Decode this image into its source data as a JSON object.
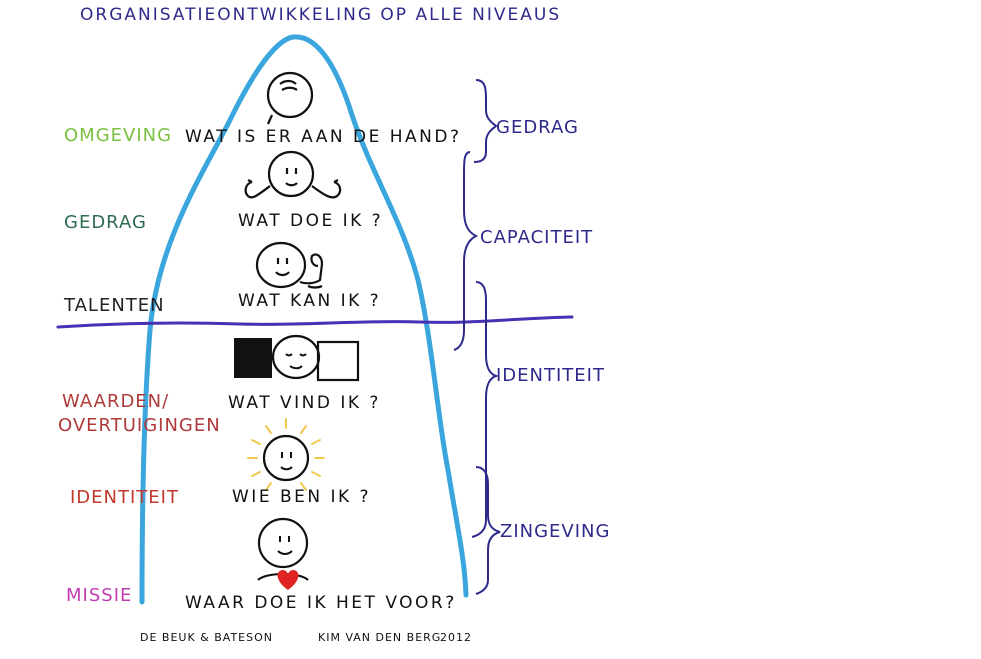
{
  "title": "ORGANISATIEONTWIKKELING OP ALLE NIVEAUS",
  "levels": [
    {
      "label": "OMGEVING",
      "color": "#7ac142"
    },
    {
      "label": "GEDRAG",
      "color": "#2f6b4f"
    },
    {
      "label": "TALENTEN",
      "color": "#222222"
    },
    {
      "label": "WAARDEN/",
      "color": "#b03a3a"
    },
    {
      "label": "OVERTUIGINGEN",
      "color": "#b03a3a"
    },
    {
      "label": "IDENTITEIT",
      "color": "#c0392b"
    },
    {
      "label": "MISSIE",
      "color": "#c23cb0"
    }
  ],
  "questions": [
    "WAT IS ER AAN DE HAND?",
    "WAT DOE IK ?",
    "WAT KAN IK ?",
    "WAT VIND IK ?",
    "WIE BEN IK ?",
    "WAAR DOE IK HET VOOR?"
  ],
  "groups": [
    "GEDRAG",
    "CAPACITEIT",
    "IDENTITEIT",
    "ZINGEVING"
  ],
  "footer": {
    "left": "DE BEUK & BATESON",
    "right": "KIM VAN DEN BERG",
    "year": "2012"
  },
  "colors": {
    "iceberg": "#3aa6dd",
    "waterline": "#4a2fb5",
    "brackets": "#2e2a8c",
    "heart": "#e02424",
    "glow": "#f2c94c"
  }
}
